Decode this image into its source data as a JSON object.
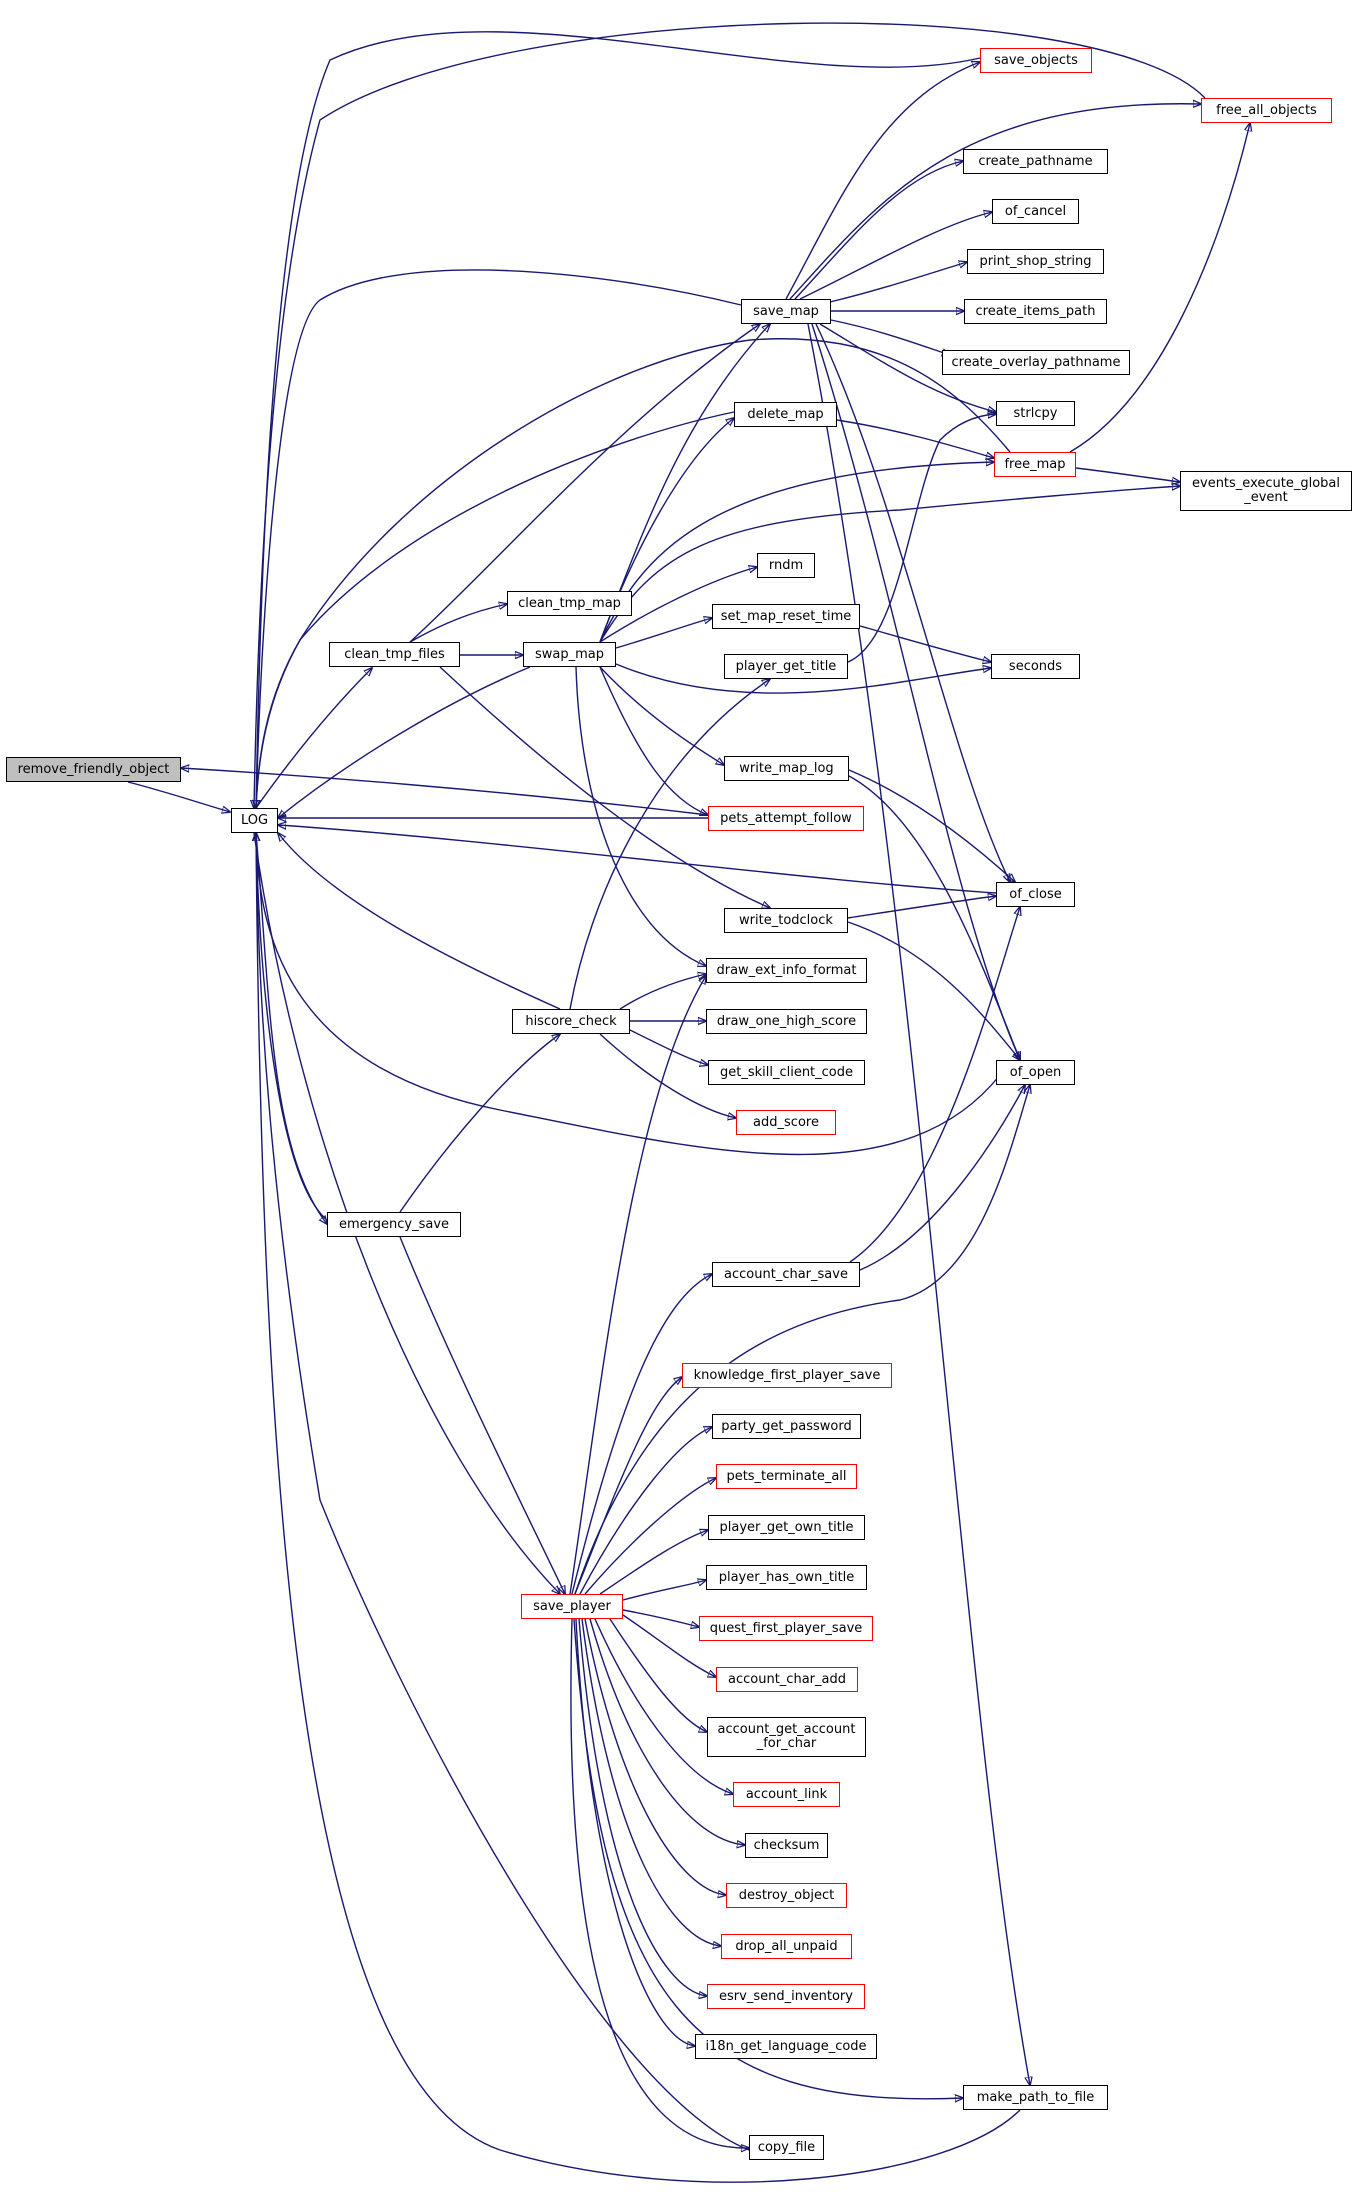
{
  "colors": {
    "edge": "#191970",
    "box_border": "#000000",
    "box_link_border": "#ff0000",
    "selected_fill": "#bfbfbf"
  },
  "nodes": {
    "remove_friendly_object": {
      "label": "remove_friendly_object",
      "style": "selected"
    },
    "log": {
      "label": "LOG",
      "style": "normal"
    },
    "save_objects": {
      "label": "save_objects",
      "style": "red"
    },
    "free_all_objects": {
      "label": "free_all_objects",
      "style": "red"
    },
    "create_pathname": {
      "label": "create_pathname",
      "style": "normal"
    },
    "of_cancel": {
      "label": "of_cancel",
      "style": "normal"
    },
    "print_shop_string": {
      "label": "print_shop_string",
      "style": "normal"
    },
    "save_map": {
      "label": "save_map",
      "style": "normal"
    },
    "create_items_path": {
      "label": "create_items_path",
      "style": "normal"
    },
    "create_overlay_pathname": {
      "label": "create_overlay_pathname",
      "style": "normal"
    },
    "strlcpy": {
      "label": "strlcpy",
      "style": "normal"
    },
    "delete_map": {
      "label": "delete_map",
      "style": "normal"
    },
    "free_map": {
      "label": "free_map",
      "style": "red"
    },
    "events_execute_global_event": {
      "label": "events_execute_global\n_event",
      "style": "normal"
    },
    "rndm": {
      "label": "rndm",
      "style": "normal"
    },
    "clean_tmp_map": {
      "label": "clean_tmp_map",
      "style": "normal"
    },
    "set_map_reset_time": {
      "label": "set_map_reset_time",
      "style": "normal"
    },
    "clean_tmp_files": {
      "label": "clean_tmp_files",
      "style": "normal"
    },
    "swap_map": {
      "label": "swap_map",
      "style": "normal"
    },
    "seconds": {
      "label": "seconds",
      "style": "normal"
    },
    "player_get_title": {
      "label": "player_get_title",
      "style": "normal"
    },
    "write_map_log": {
      "label": "write_map_log",
      "style": "normal"
    },
    "pets_attempt_follow": {
      "label": "pets_attempt_follow",
      "style": "red"
    },
    "of_close": {
      "label": "of_close",
      "style": "normal"
    },
    "write_todclock": {
      "label": "write_todclock",
      "style": "normal"
    },
    "draw_ext_info_format": {
      "label": "draw_ext_info_format",
      "style": "normal"
    },
    "hiscore_check": {
      "label": "hiscore_check",
      "style": "normal"
    },
    "draw_one_high_score": {
      "label": "draw_one_high_score",
      "style": "normal"
    },
    "get_skill_client_code": {
      "label": "get_skill_client_code",
      "style": "normal"
    },
    "of_open": {
      "label": "of_open",
      "style": "normal"
    },
    "add_score": {
      "label": "add_score",
      "style": "red"
    },
    "emergency_save": {
      "label": "emergency_save",
      "style": "normal"
    },
    "account_char_save": {
      "label": "account_char_save",
      "style": "normal"
    },
    "knowledge_first_player_save": {
      "label": "knowledge_first_player_save",
      "style": "red"
    },
    "party_get_password": {
      "label": "party_get_password",
      "style": "normal"
    },
    "pets_terminate_all": {
      "label": "pets_terminate_all",
      "style": "red"
    },
    "player_get_own_title": {
      "label": "player_get_own_title",
      "style": "normal"
    },
    "player_has_own_title": {
      "label": "player_has_own_title",
      "style": "normal"
    },
    "save_player": {
      "label": "save_player",
      "style": "red"
    },
    "quest_first_player_save": {
      "label": "quest_first_player_save",
      "style": "red"
    },
    "account_char_add": {
      "label": "account_char_add",
      "style": "red"
    },
    "account_get_account_for_char": {
      "label": "account_get_account\n_for_char",
      "style": "normal"
    },
    "account_link": {
      "label": "account_link",
      "style": "red"
    },
    "checksum": {
      "label": "checksum",
      "style": "normal"
    },
    "destroy_object": {
      "label": "destroy_object",
      "style": "red"
    },
    "drop_all_unpaid": {
      "label": "drop_all_unpaid",
      "style": "red"
    },
    "esrv_send_inventory": {
      "label": "esrv_send_inventory",
      "style": "red"
    },
    "i18n_get_language_code": {
      "label": "i18n_get_language_code",
      "style": "normal"
    },
    "make_path_to_file": {
      "label": "make_path_to_file",
      "style": "normal"
    },
    "copy_file": {
      "label": "copy_file",
      "style": "normal"
    }
  },
  "edges": [
    [
      "remove_friendly_object",
      "log"
    ],
    [
      "log",
      "clean_tmp_files"
    ],
    [
      "log",
      "emergency_save"
    ],
    [
      "log",
      "save_player"
    ],
    [
      "save_map",
      "save_objects"
    ],
    [
      "save_map",
      "free_all_objects"
    ],
    [
      "save_map",
      "create_pathname"
    ],
    [
      "save_map",
      "of_cancel"
    ],
    [
      "save_map",
      "print_shop_string"
    ],
    [
      "save_map",
      "create_items_path"
    ],
    [
      "save_map",
      "create_overlay_pathname"
    ],
    [
      "save_map",
      "strlcpy"
    ],
    [
      "save_map",
      "of_close"
    ],
    [
      "save_map",
      "of_open"
    ],
    [
      "save_map",
      "make_path_to_file"
    ],
    [
      "save_map",
      "log"
    ],
    [
      "save_objects",
      "log"
    ],
    [
      "free_all_objects",
      "log"
    ],
    [
      "delete_map",
      "free_map"
    ],
    [
      "delete_map",
      "log"
    ],
    [
      "free_map",
      "free_all_objects"
    ],
    [
      "free_map",
      "events_execute_global_event"
    ],
    [
      "free_map",
      "log"
    ],
    [
      "clean_tmp_files",
      "clean_tmp_map"
    ],
    [
      "clean_tmp_files",
      "swap_map"
    ],
    [
      "clean_tmp_files",
      "save_map"
    ],
    [
      "clean_tmp_files",
      "write_todclock"
    ],
    [
      "swap_map",
      "save_map"
    ],
    [
      "swap_map",
      "delete_map"
    ],
    [
      "swap_map",
      "free_map"
    ],
    [
      "swap_map",
      "events_execute_global_event"
    ],
    [
      "swap_map",
      "rndm"
    ],
    [
      "swap_map",
      "set_map_reset_time"
    ],
    [
      "swap_map",
      "seconds"
    ],
    [
      "swap_map",
      "write_map_log"
    ],
    [
      "swap_map",
      "pets_attempt_follow"
    ],
    [
      "swap_map",
      "draw_ext_info_format"
    ],
    [
      "swap_map",
      "log"
    ],
    [
      "set_map_reset_time",
      "seconds"
    ],
    [
      "player_get_title",
      "strlcpy"
    ],
    [
      "write_map_log",
      "of_close"
    ],
    [
      "write_map_log",
      "of_open"
    ],
    [
      "pets_attempt_follow",
      "remove_friendly_object"
    ],
    [
      "pets_attempt_follow",
      "log"
    ],
    [
      "of_close",
      "log"
    ],
    [
      "write_todclock",
      "of_close"
    ],
    [
      "write_todclock",
      "of_open"
    ],
    [
      "hiscore_check",
      "player_get_title"
    ],
    [
      "hiscore_check",
      "draw_ext_info_format"
    ],
    [
      "hiscore_check",
      "draw_one_high_score"
    ],
    [
      "hiscore_check",
      "get_skill_client_code"
    ],
    [
      "hiscore_check",
      "add_score"
    ],
    [
      "hiscore_check",
      "log"
    ],
    [
      "of_open",
      "log"
    ],
    [
      "emergency_save",
      "hiscore_check"
    ],
    [
      "emergency_save",
      "save_player"
    ],
    [
      "emergency_save",
      "log"
    ],
    [
      "account_char_save",
      "of_close"
    ],
    [
      "account_char_save",
      "of_open"
    ],
    [
      "save_player",
      "draw_ext_info_format"
    ],
    [
      "save_player",
      "account_char_save"
    ],
    [
      "save_player",
      "of_open"
    ],
    [
      "save_player",
      "knowledge_first_player_save"
    ],
    [
      "save_player",
      "party_get_password"
    ],
    [
      "save_player",
      "pets_terminate_all"
    ],
    [
      "save_player",
      "player_get_own_title"
    ],
    [
      "save_player",
      "player_has_own_title"
    ],
    [
      "save_player",
      "quest_first_player_save"
    ],
    [
      "save_player",
      "account_char_add"
    ],
    [
      "save_player",
      "account_get_account_for_char"
    ],
    [
      "save_player",
      "account_link"
    ],
    [
      "save_player",
      "checksum"
    ],
    [
      "save_player",
      "destroy_object"
    ],
    [
      "save_player",
      "drop_all_unpaid"
    ],
    [
      "save_player",
      "esrv_send_inventory"
    ],
    [
      "save_player",
      "i18n_get_language_code"
    ],
    [
      "save_player",
      "make_path_to_file"
    ],
    [
      "save_player",
      "copy_file"
    ],
    [
      "make_path_to_file",
      "log"
    ],
    [
      "copy_file",
      "log"
    ]
  ]
}
